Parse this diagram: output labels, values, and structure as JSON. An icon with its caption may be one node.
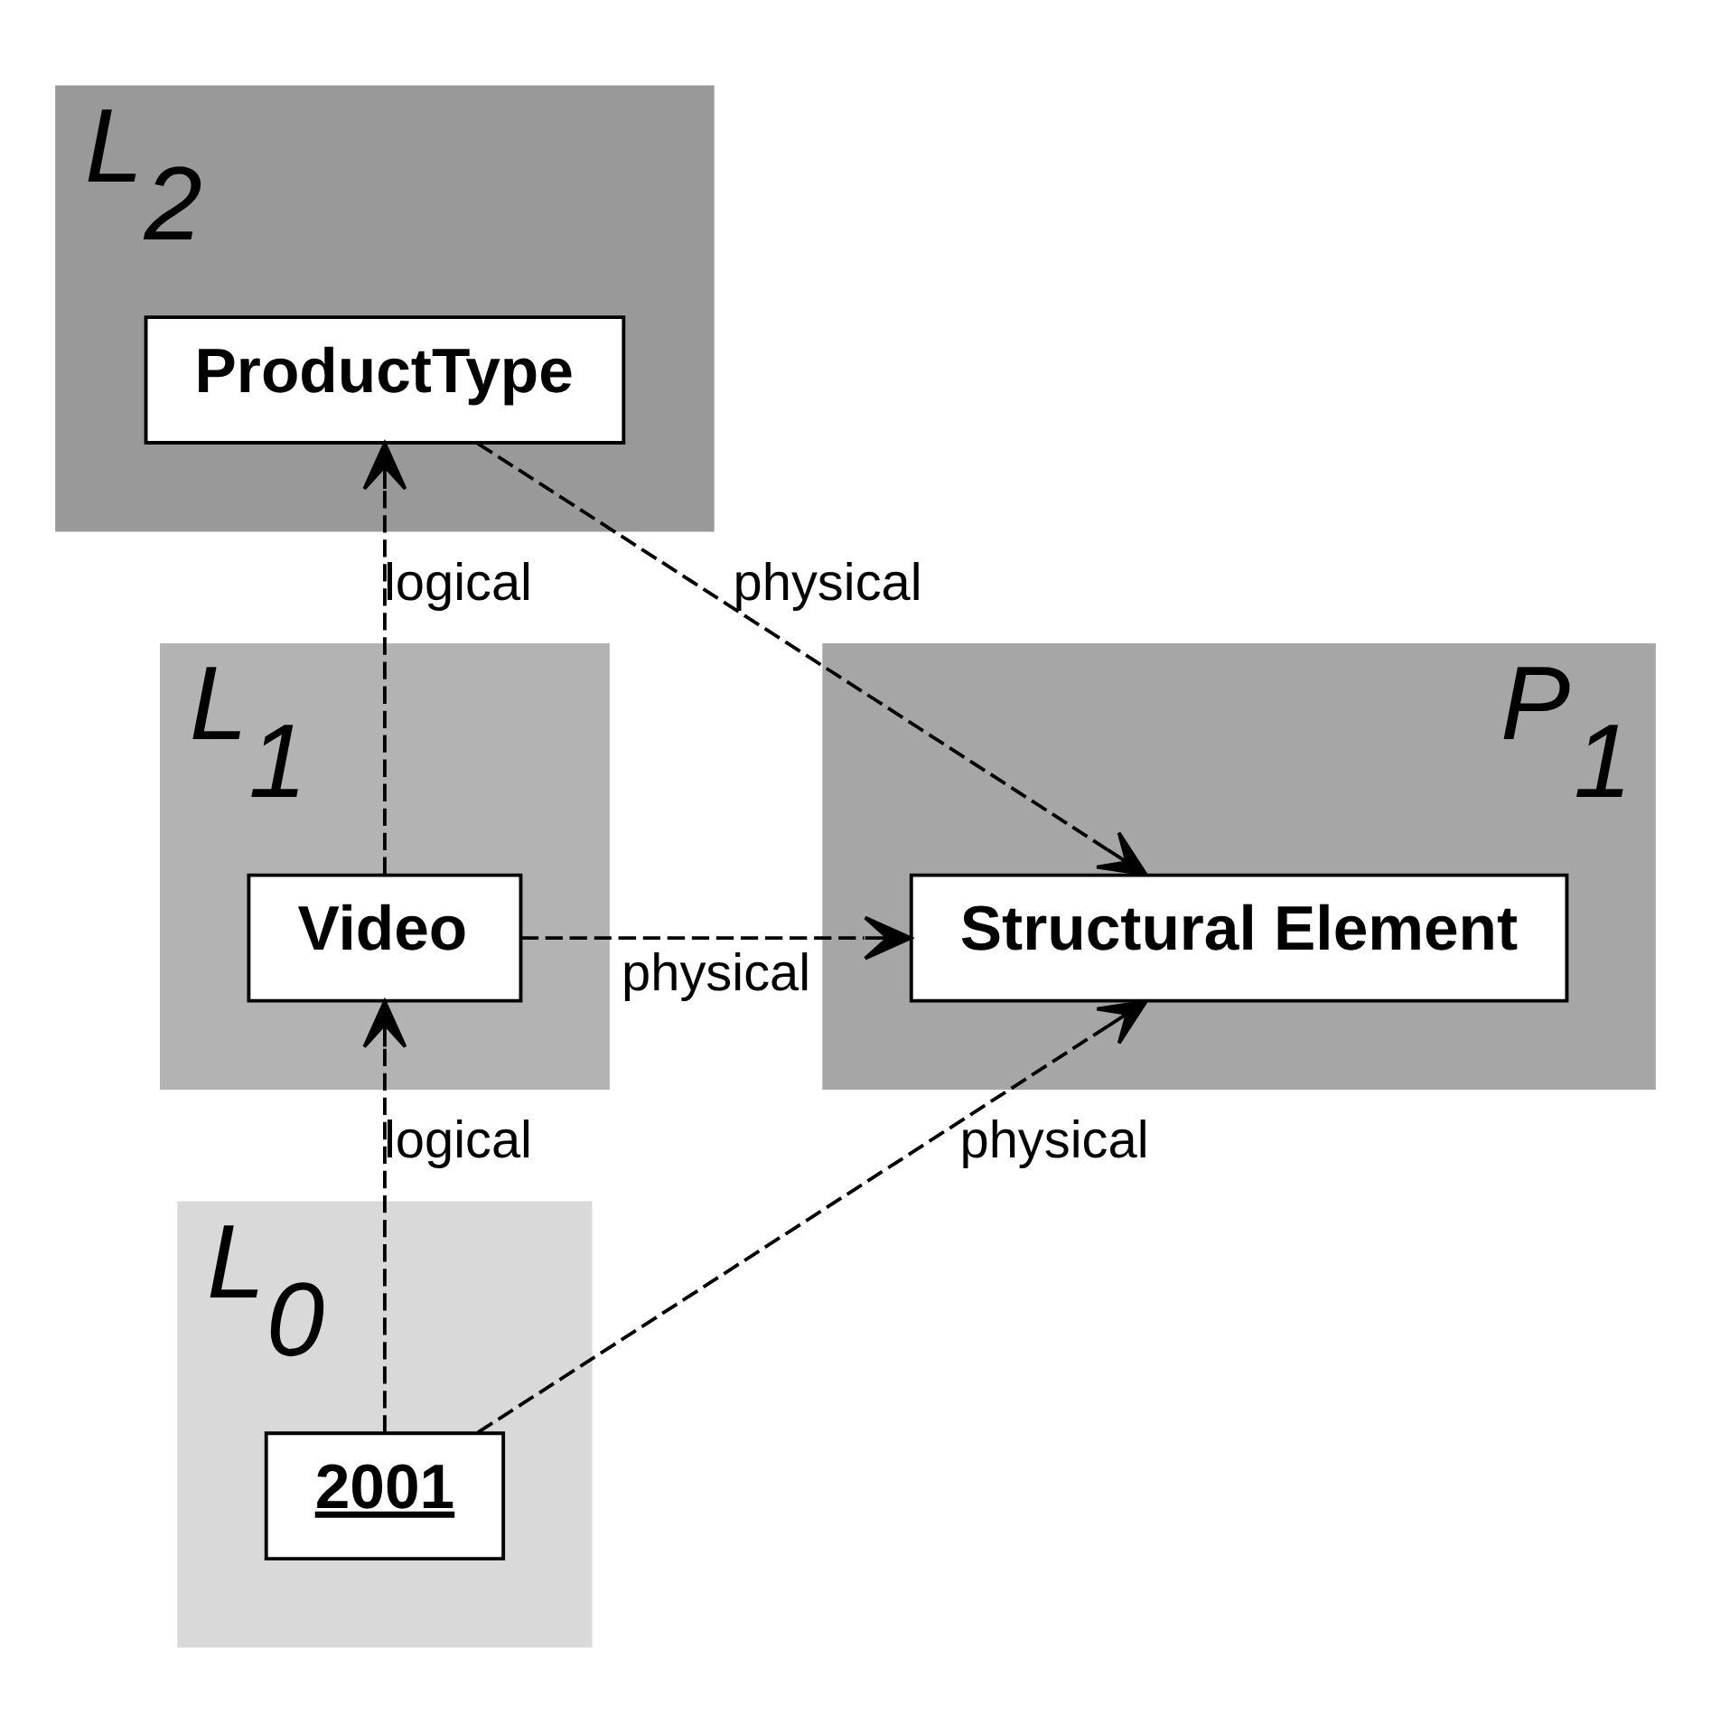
{
  "diagram": {
    "nodes": [
      {
        "text": [
          "L$_{2}$"
        ]
      },
      {
        "text": [
          "ProductType"
        ],
        "in": 0
      },
      {
        "text": [
          "P$_{1}$"
        ]
      },
      {
        "text": [
          "L$_{1}$"
        ]
      },
      {
        "text": [
          "Video"
        ],
        "in": 3
      },
      {
        "text": [
          "Structural Element"
        ],
        "in": 2
      },
      {
        "text": [
          "L$_{0}$"
        ]
      },
      {
        "text": [
          "2001"
        ],
        "in": 6
      }
    ],
    "edges": [
      {
        "from": 1,
        "to": 5,
        "arrow": "to",
        "label": "physical",
        "style": "dashed"
      },
      {
        "from": 4,
        "to": 1,
        "arrow": "to",
        "label": "logical",
        "style": "dashed"
      },
      {
        "from": 4,
        "to": 5,
        "arrow": "to",
        "label": "physical",
        "style": "dashed"
      },
      {
        "from": 7,
        "to": 4,
        "arrow": "to",
        "label": "logical",
        "style": "dashed"
      },
      {
        "from": 7,
        "to": 5,
        "arrow": "to",
        "label": "physical",
        "style": "dashed"
      }
    ]
  }
}
